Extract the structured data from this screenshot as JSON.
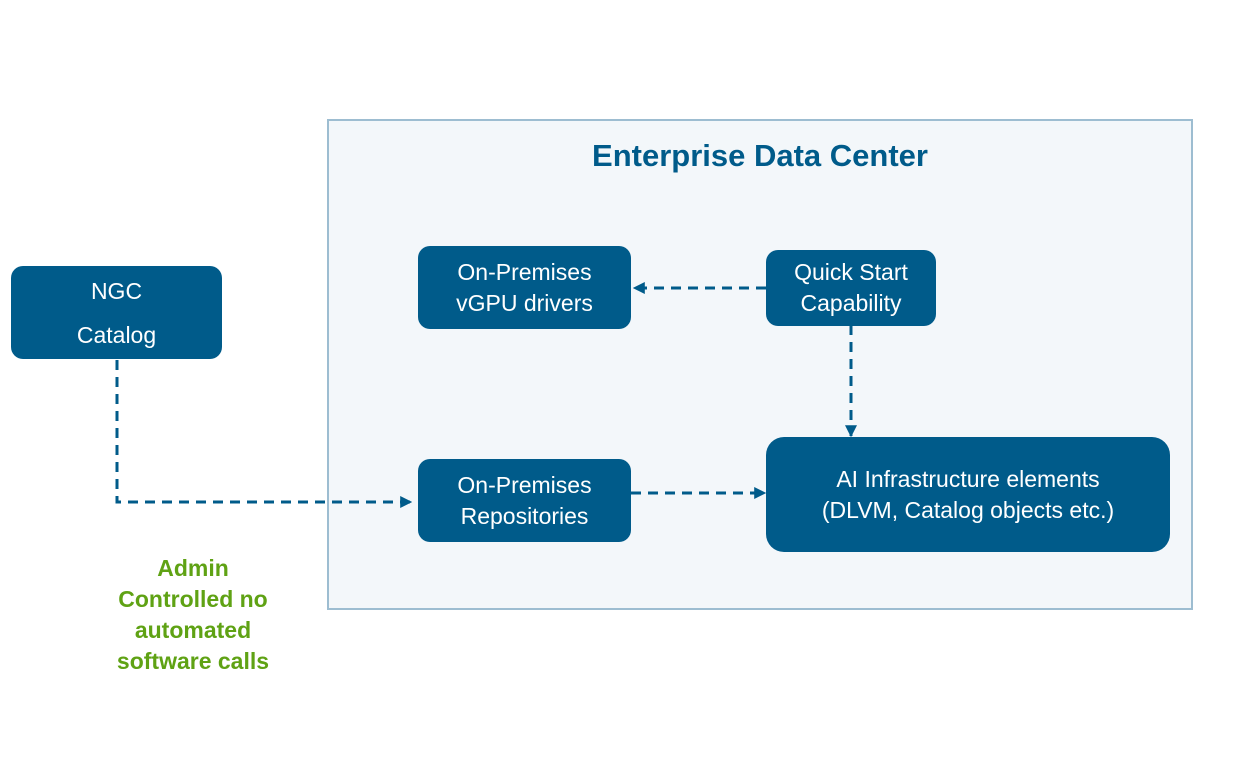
{
  "diagram": {
    "container": {
      "title": "Enterprise Data Center",
      "fill": "#f3f7fa",
      "border": "#9dbdd1"
    },
    "colors": {
      "node_fill": "#005b8a",
      "node_text": "#ffffff",
      "edge": "#005b8a",
      "note": "#5fa214"
    },
    "nodes": {
      "ngc_catalog": {
        "lines": [
          "NGC",
          "Catalog"
        ]
      },
      "vgpu_drivers": {
        "lines": [
          "On-Premises",
          "vGPU drivers"
        ]
      },
      "quick_start": {
        "lines": [
          "Quick Start",
          "Capability"
        ]
      },
      "repositories": {
        "lines": [
          "On-Premises",
          "Repositories"
        ]
      },
      "ai_infra": {
        "lines": [
          "AI Infrastructure elements",
          "(DLVM, Catalog objects etc.)"
        ]
      }
    },
    "edges": [
      {
        "from": "quick_start",
        "to": "vgpu_drivers",
        "style": "dashed"
      },
      {
        "from": "quick_start",
        "to": "ai_infra",
        "style": "dashed"
      },
      {
        "from": "ngc_catalog",
        "to": "repositories",
        "style": "dashed"
      },
      {
        "from": "repositories",
        "to": "ai_infra",
        "style": "dashed"
      }
    ],
    "note": {
      "lines": [
        "Admin",
        "Controlled no",
        "automated",
        "software calls"
      ]
    }
  }
}
